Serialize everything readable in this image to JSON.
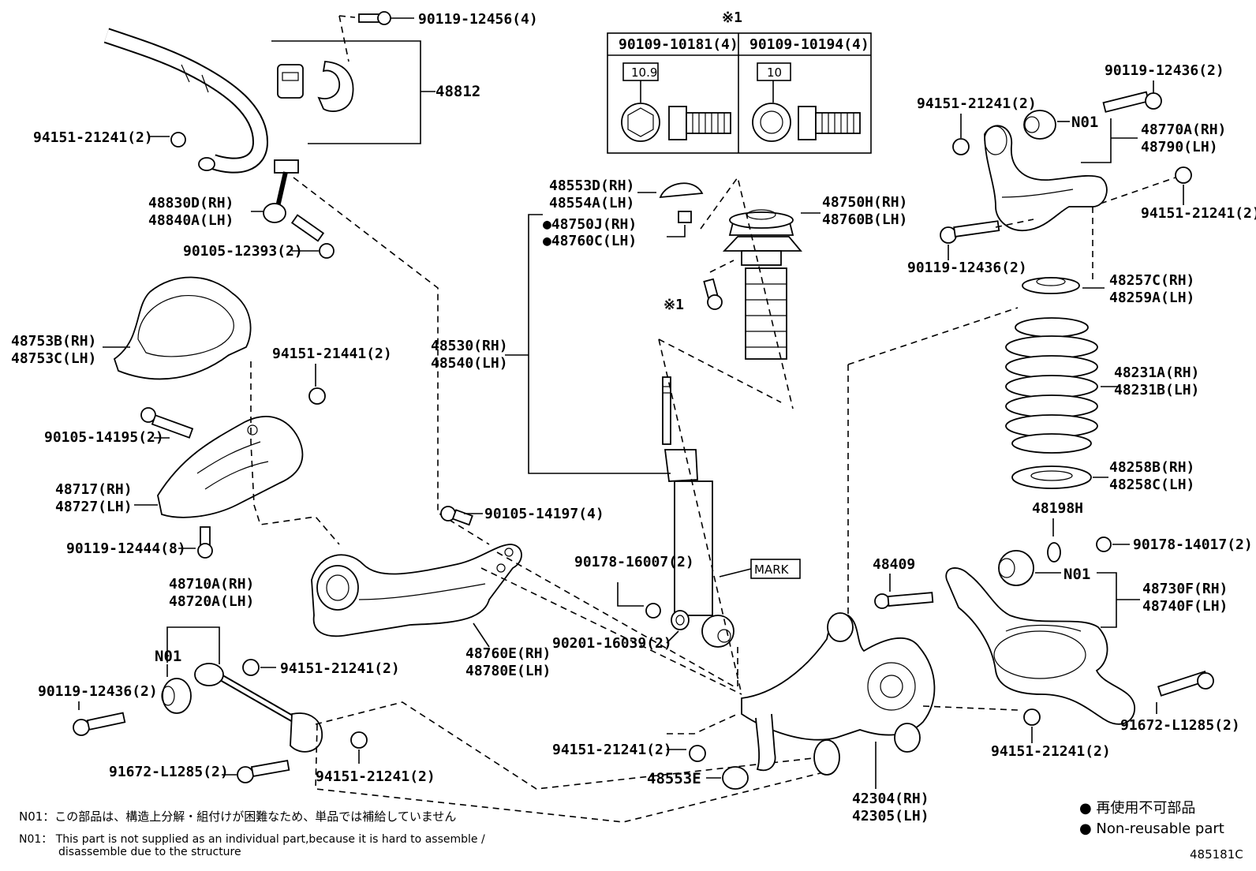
{
  "footnote_mark": "※1",
  "table_headers": [
    "90109-10181(4)",
    "90109-10194(4)"
  ],
  "table_grades": [
    "10.9",
    "10"
  ],
  "labels": {
    "p90119_12456": "90119-12456(4)",
    "p48812": "48812",
    "p94151_21241_a": "94151-21241(2)",
    "p48830d": "48830D(RH)",
    "p48840a": "48840A(LH)",
    "p90105_12393": "90105-12393(2)",
    "p48753b": "48753B(RH)",
    "p48753c": "48753C(LH)",
    "p94151_21441": "94151-21441(2)",
    "p90105_14195": "90105-14195(2)",
    "p48717": "48717(RH)",
    "p48727": "48727(LH)",
    "p90119_12444": "90119-12444(8)",
    "p48710a": "48710A(RH)",
    "p48720a": "48720A(LH)",
    "n01_a": "N01",
    "p90119_12436_a": "90119-12436(2)",
    "p94151_21241_b": "94151-21241(2)",
    "p91672_l1285_a": "91672-L1285(2)",
    "p94151_21241_c": "94151-21241(2)",
    "p90105_14197": "90105-14197(4)",
    "p48760e": "48760E(RH)",
    "p48780e": "48780E(LH)",
    "p48553d": "48553D(RH)",
    "p48554a": "48554A(LH)",
    "p48750j": "●48750J(RH)",
    "p48760c": "●48760C(LH)",
    "p48530": "48530(RH)",
    "p48540": "48540(LH)",
    "p48750h": "48750H(RH)",
    "p48760b": "48760B(LH)",
    "mark_ref": "※1",
    "p90178_16007": "90178-16007(2)",
    "mark": "MARK",
    "p90201_16039": "90201-16039(2)",
    "p94151_21241_d": "94151-21241(2)",
    "p48553e": "48553E",
    "p90119_12436_b": "90119-12436(2)",
    "p94151_21241_e": "94151-21241(2)",
    "n01_b": "N01",
    "p48770a": "48770A(RH)",
    "p48790": "48790(LH)",
    "p94151_21241_f": "94151-21241(2)",
    "p90119_12436_c": "90119-12436(2)",
    "p48257c": "48257C(RH)",
    "p48259a": "48259A(LH)",
    "p48231a": "48231A(RH)",
    "p48231b": "48231B(LH)",
    "p48258b": "48258B(RH)",
    "p48258c": "48258C(LH)",
    "p48198h": "48198H",
    "p90178_14017": "90178-14017(2)",
    "p48409": "48409",
    "n01_c": "N01",
    "p48730f": "48730F(RH)",
    "p48740f": "48740F(LH)",
    "p42304": "42304(RH)",
    "p42305": "42305(LH)",
    "p91672_l1285_b": "91672-L1285(2)",
    "p94151_21241_g": "94151-21241(2)"
  },
  "notes": {
    "jp": "N01：この部品は、構造上分解・組付けが困難なため、単品では補給していません",
    "en_line1": "N01： This part is not supplied as an individual part,because it is hard to assemble /",
    "en_line2": "disassemble due to the structure"
  },
  "legend": {
    "jp": "● 再使用不可部品",
    "en": "● Non-reusable part"
  },
  "diagram_id": "485181C"
}
